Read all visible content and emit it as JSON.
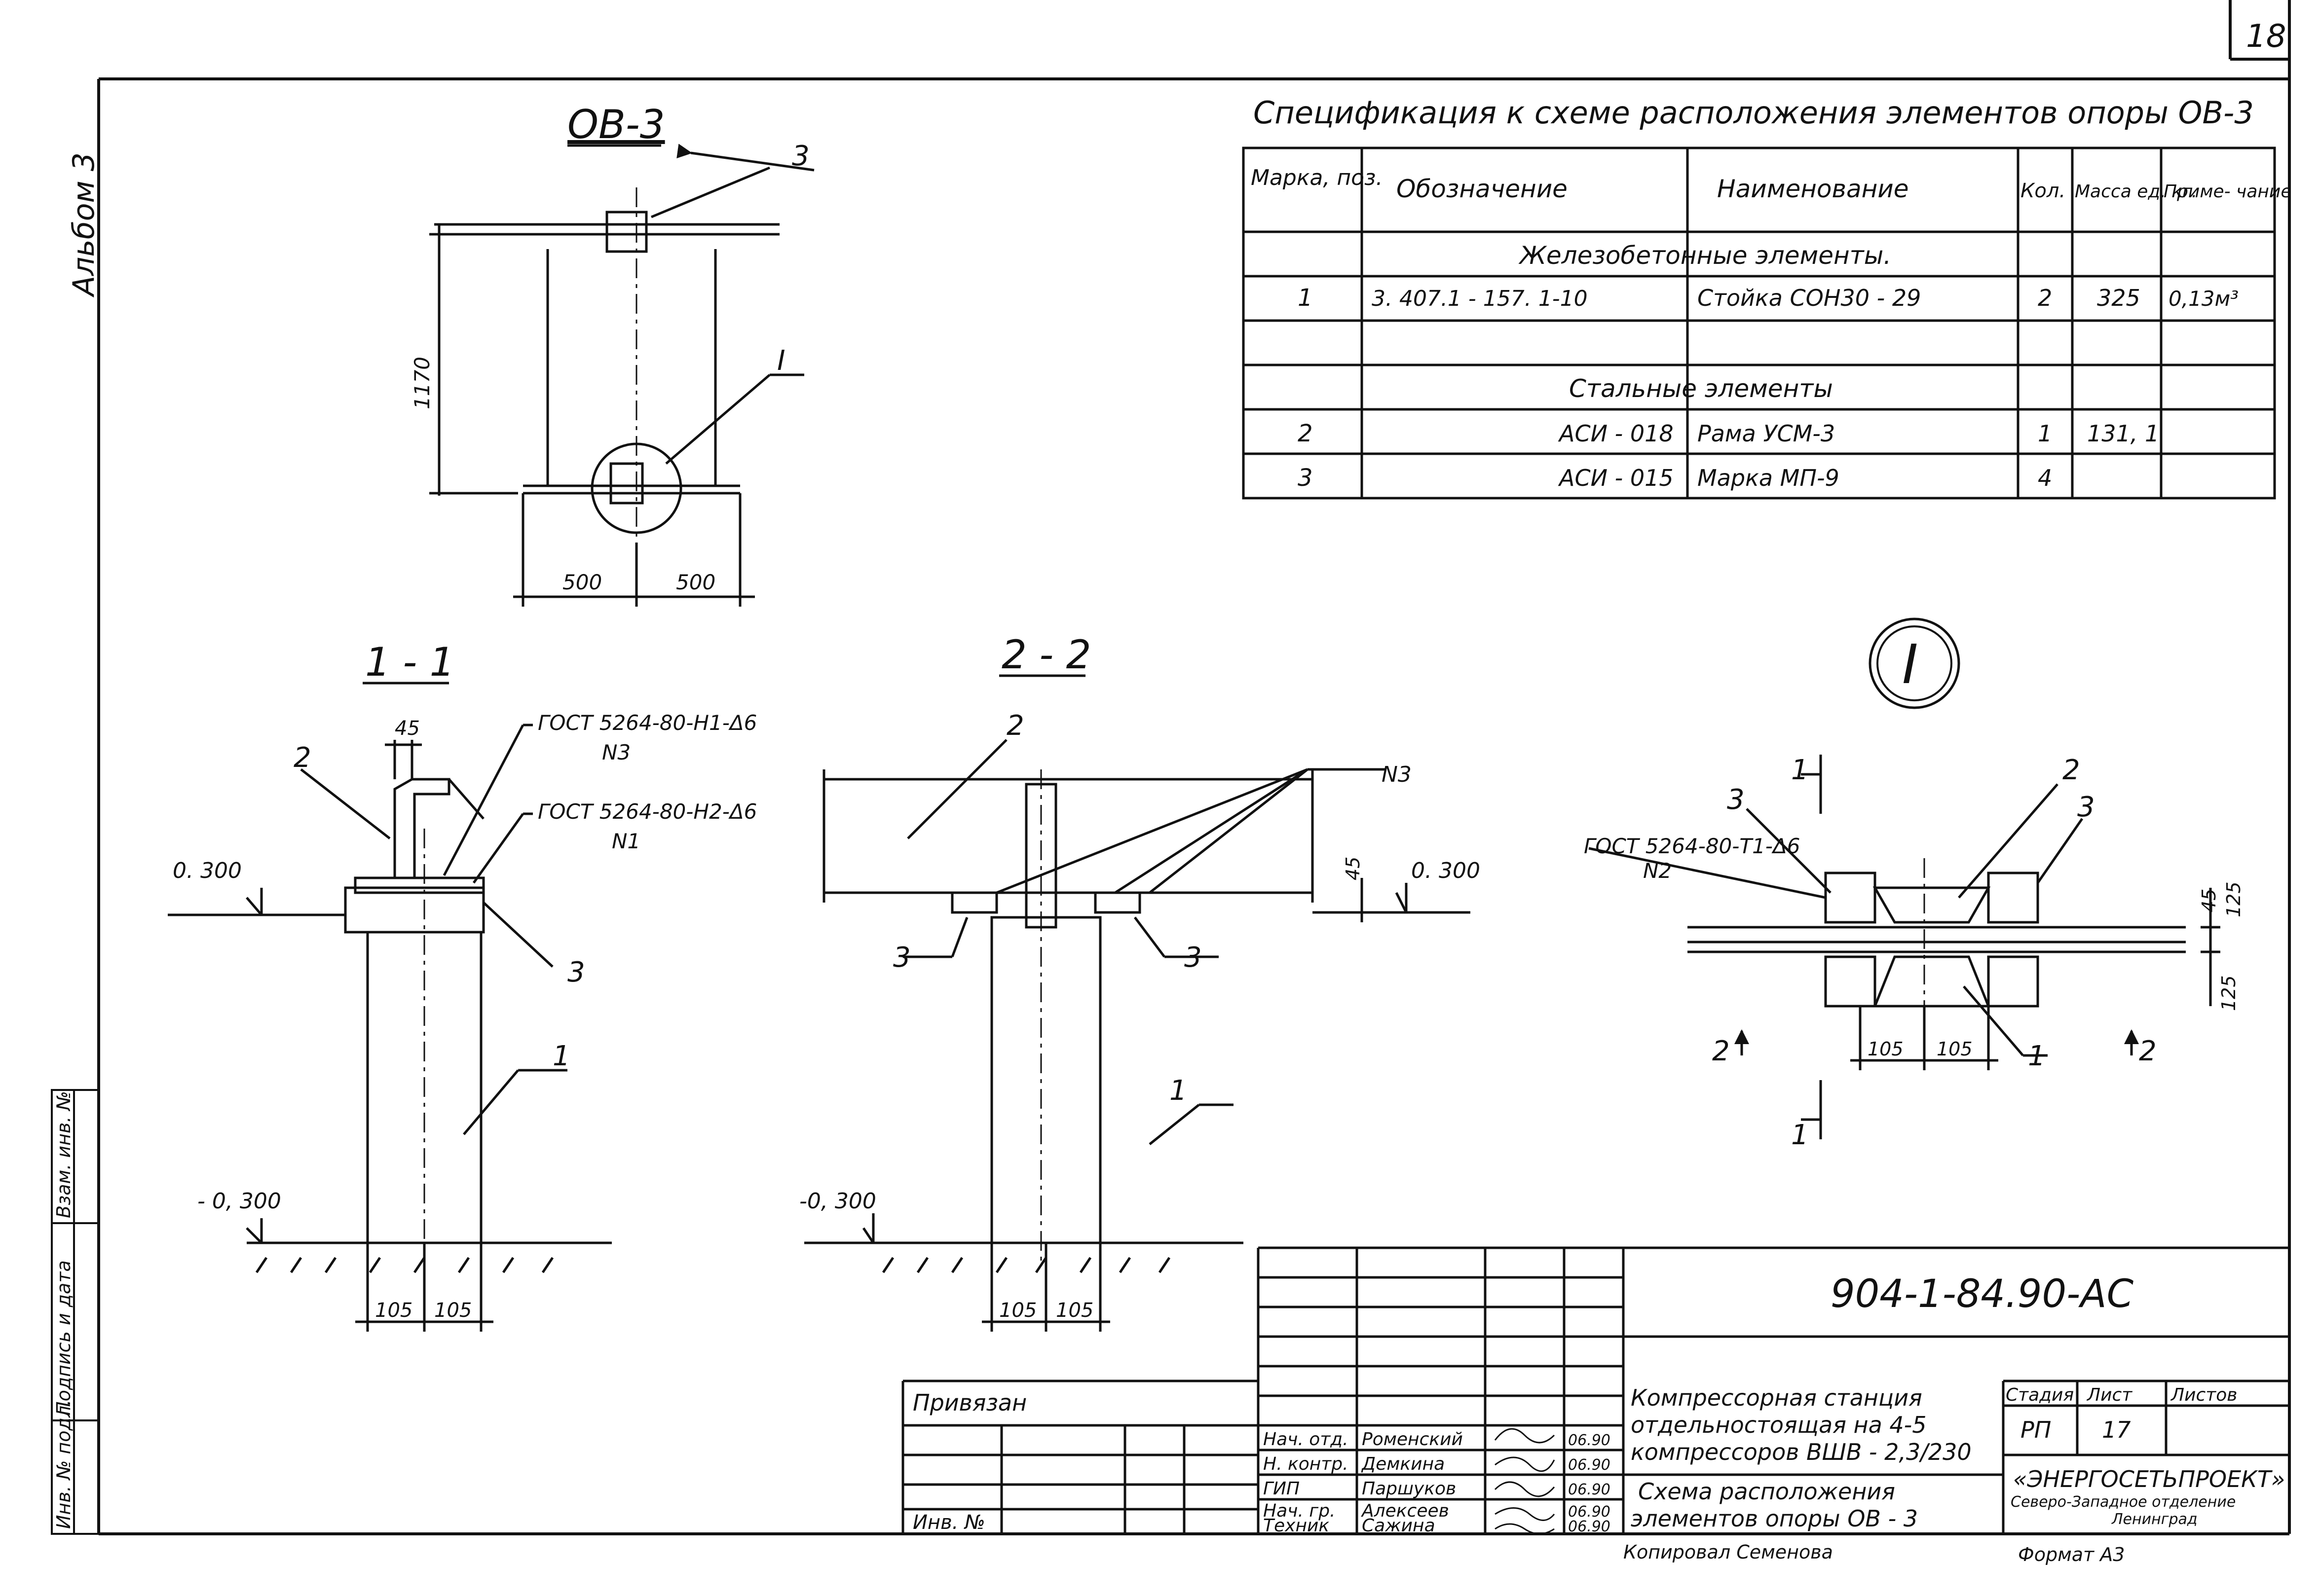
{
  "sheet": {
    "page_number": "18",
    "album": "Альбом 3"
  },
  "main_view": {
    "title": "ОВ-3",
    "dim_height": "1170",
    "dim_left": "500",
    "dim_right": "500",
    "label_pos3": "3",
    "label_node": "I"
  },
  "spec": {
    "title": "Спецификация  к схеме расположения элементов опоры ОВ-3",
    "headers": [
      "Марка, поз.",
      "Обозначение",
      "Наименование",
      "Кол.",
      "Масса ед. кг.",
      "Приме- чание"
    ],
    "section_concrete": "Железобетонные элементы.",
    "section_steel": "Стальные элементы",
    "rows": [
      {
        "pos": "1",
        "designation": "3. 407.1 - 157. 1-10",
        "name": "Стойка СОН30 - 29",
        "qty": "2",
        "mass": "325",
        "note": "0,13м³"
      },
      {
        "pos": "2",
        "designation": "АСИ - 018",
        "name": "Рама  УСМ-3",
        "qty": "1",
        "mass": "131, 1",
        "note": ""
      },
      {
        "pos": "3",
        "designation": "АСИ - 015",
        "name": "Марка МП-9",
        "qty": "4",
        "mass": "",
        "note": ""
      }
    ]
  },
  "section_11": {
    "title": "1 - 1",
    "dim_top": "45",
    "weld1": "ГОСТ 5264-80-Н1-Δ6",
    "weld1_n": "N3",
    "weld2": "ГОСТ 5264-80-Н2-Δ6",
    "weld2_n": "N1",
    "level_top": "0. 300",
    "level_bottom": "- 0, 300",
    "dim_left": "105",
    "dim_right": "105",
    "p1": "1",
    "p2": "2",
    "p3": "3"
  },
  "section_22": {
    "title": "2 - 2",
    "weld_n": "N3",
    "dim_45": "45",
    "level_top": "0. 300",
    "level_bottom": "-0, 300",
    "dim_left": "105",
    "dim_right": "105",
    "p1": "1",
    "p2": "2",
    "p3a": "3",
    "p3b": "3"
  },
  "node_i": {
    "title": "I",
    "weld": "ГОСТ 5264-80-Т1-Δ6",
    "weld_n": "N2",
    "dim_45": "45",
    "dim_125a": "125",
    "dim_125b": "125",
    "dim_left": "105",
    "dim_right": "105",
    "cut_1": "1",
    "cut_2": "2",
    "p1": "1",
    "p2": "2",
    "p3a": "3",
    "p3b": "3"
  },
  "stamp": {
    "code": "904-1-84.90-АС",
    "privyazan": "Привязан",
    "inv_label": "Инв. №",
    "roles": [
      {
        "role": "Нач. отд.",
        "name": "Роменский",
        "date": "06.90"
      },
      {
        "role": "Н. контр.",
        "name": "Демкина",
        "date": "06.90"
      },
      {
        "role": "ГИП",
        "name": "Паршуков",
        "date": "06.90"
      },
      {
        "role": "Нач. гр.",
        "name": "Алексеев",
        "date": "06.90"
      },
      {
        "role": "Техник",
        "name": "Сажина",
        "date": "06.90"
      }
    ],
    "project_title": [
      "Компрессорная  станция",
      "отдельностоящая на 4-5",
      "компрессоров ВШВ - 2,3/230"
    ],
    "sheet_title": [
      "Схема  расположения",
      "элементов  опоры  ОВ - 3"
    ],
    "stage_h": "Стадия",
    "sheet_h": "Лист",
    "sheets_h": "Листов",
    "stage": "РП",
    "sheet": "17",
    "org": "«ЭНЕРГОСЕТЬПРОЕКТ»",
    "org_sub": [
      "Северо-Западное отделение",
      "Ленинград"
    ],
    "copied": "Копировал  Семенова",
    "format": "Формат А3"
  },
  "left_margin": {
    "inv_orig": "Инв. № подл.",
    "sign_date": "Подпись и дата",
    "inv_repl": "Взам. инв. №"
  }
}
